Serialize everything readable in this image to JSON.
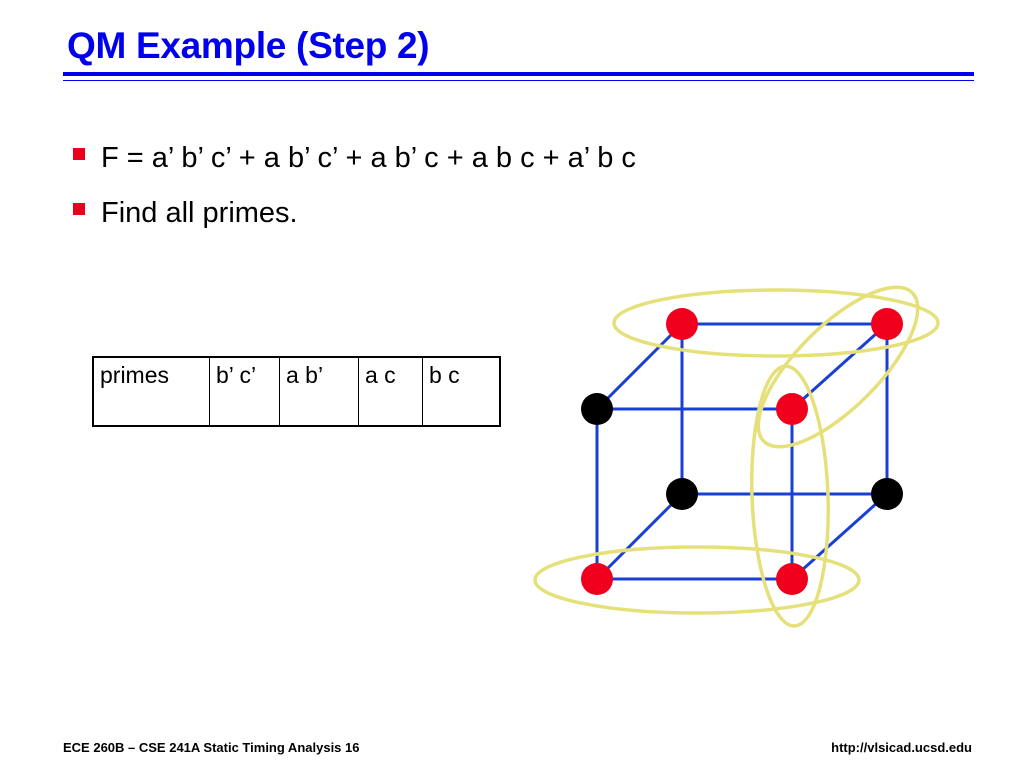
{
  "slide": {
    "title": "QM Example (Step 2)",
    "bullets": [
      "F = a’ b’ c’ + a b’ c’ + a b’ c + a b c + a’ b c",
      "Find all primes."
    ],
    "primes_table": [
      "primes",
      "b’ c’",
      "a b’",
      "a c",
      "b c"
    ],
    "footer_left": "ECE 260B – CSE 241A Static Timing Analysis 16",
    "footer_right": "http://vlsicad.ucsd.edu"
  },
  "colors": {
    "title": "#0000ee",
    "bullet_marker": "#e8001c",
    "cube_edge": "#1a3fd6",
    "minterm_on": "#f0001c",
    "minterm_off": "#000000",
    "prime_loop": "#e6e07a"
  },
  "cube": {
    "vertices": [
      {
        "name": "back-top-left",
        "on": true
      },
      {
        "name": "back-top-right",
        "on": true
      },
      {
        "name": "front-top-left",
        "on": false
      },
      {
        "name": "front-top-right",
        "on": true
      },
      {
        "name": "back-bottom-left",
        "on": false
      },
      {
        "name": "back-bottom-right",
        "on": false
      },
      {
        "name": "front-bottom-left",
        "on": true
      },
      {
        "name": "front-bottom-right",
        "on": true
      }
    ],
    "prime_loops": 4
  }
}
